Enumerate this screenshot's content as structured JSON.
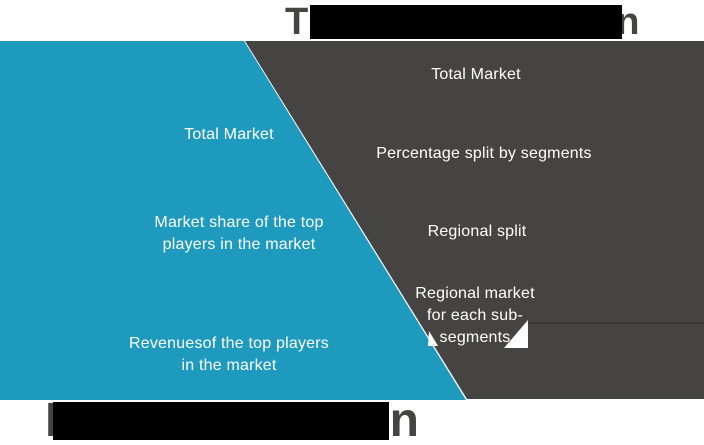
{
  "titles": {
    "top": {
      "visible_start": "T",
      "visible_end": "n",
      "redacted": true
    },
    "bottom": {
      "visible_start": "B",
      "visible_end": "n",
      "redacted": true
    }
  },
  "left_triangle": {
    "color": "#1E9ABF",
    "text_color": "#FFFFFF",
    "labels": [
      {
        "lines": [
          "Total Market"
        ]
      },
      {
        "lines": [
          "Market share of the top",
          "players in the market"
        ]
      },
      {
        "lines": [
          "Revenuesof the top players",
          "in the market"
        ]
      }
    ]
  },
  "right_triangle": {
    "color": "#464343",
    "text_color": "#FFFFFF",
    "labels": [
      {
        "lines": [
          "Total Market"
        ]
      },
      {
        "lines": [
          "Percentage split by segments"
        ]
      },
      {
        "lines": [
          "Regional split"
        ]
      },
      {
        "lines": [
          "Regional market",
          "for each sub-",
          "segments"
        ]
      }
    ]
  },
  "colors": {
    "background": "#FFFFFF",
    "redaction": "#000000",
    "title_text": "#464343",
    "seam_line": "rgba(0,0,0,0.2)",
    "arrow_glyphs": "#FFFFFF"
  }
}
